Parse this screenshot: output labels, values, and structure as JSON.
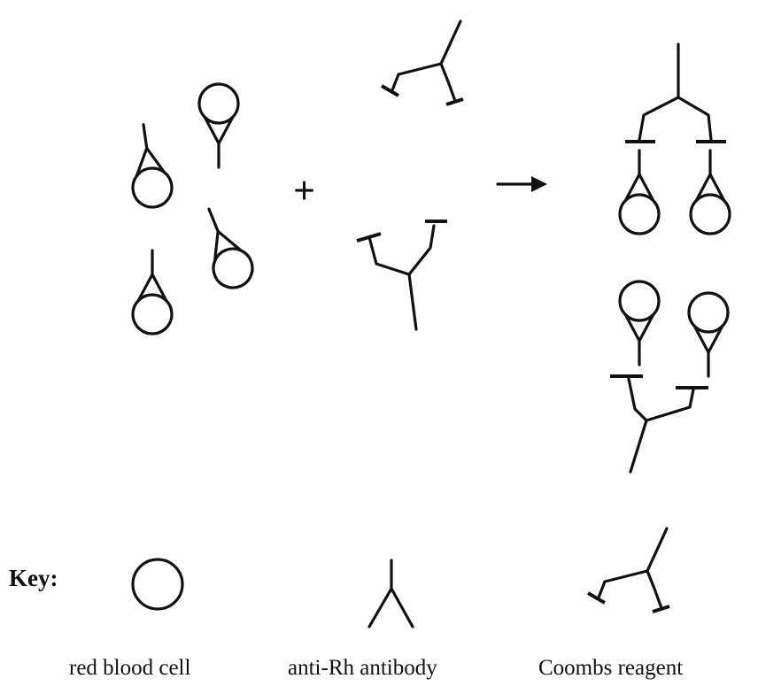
{
  "diagram": {
    "operator_plus": "+",
    "key": {
      "title": "Key:",
      "items": [
        {
          "icon": "red-blood-cell-icon",
          "label": "red blood cell"
        },
        {
          "icon": "anti-rh-antibody-icon",
          "label": "anti-Rh antibody"
        },
        {
          "icon": "coombs-reagent-icon",
          "label": "Coombs reagent"
        }
      ]
    }
  }
}
